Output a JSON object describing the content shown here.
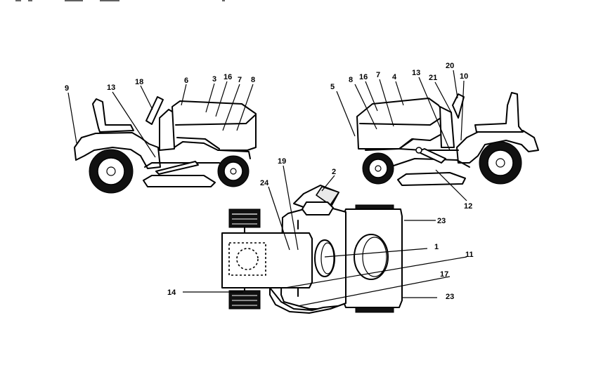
{
  "header": {
    "text": ""
  },
  "callouts": {
    "c9": "9",
    "c13a": "13",
    "c18": "18",
    "c6": "6",
    "c3": "3",
    "c16a": "16",
    "c7a": "7",
    "c8a": "8",
    "c5": "5",
    "c8b": "8",
    "c16b": "16",
    "c7b": "7",
    "c4": "4",
    "c13b": "13",
    "c21": "21",
    "c20": "20",
    "c10": "10",
    "c12": "12",
    "c19": "19",
    "c2": "2",
    "c24": "24",
    "c23a": "23",
    "c1": "1",
    "c11": "11",
    "c17": "17",
    "c14": "14",
    "c23b": "23"
  }
}
